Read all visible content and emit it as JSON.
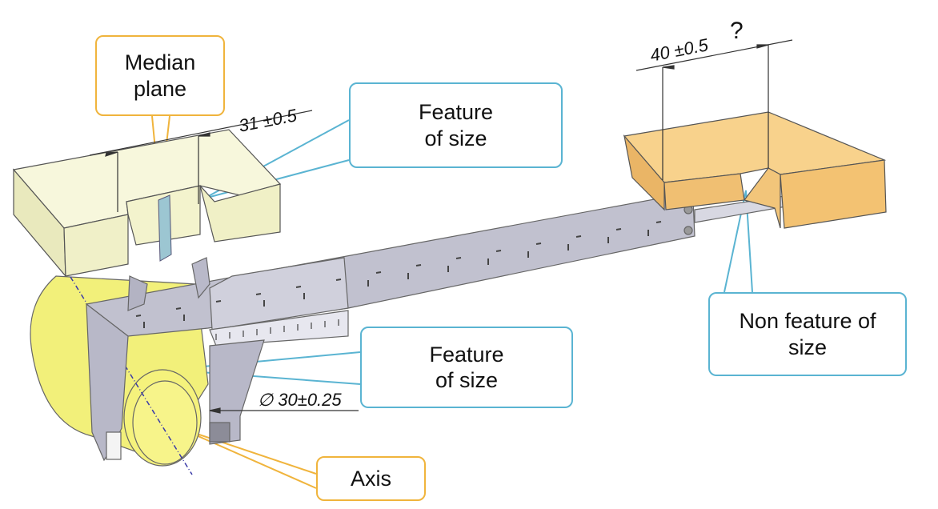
{
  "callouts": {
    "median_plane": "Median plane",
    "feature_of_size_top": "Feature of size",
    "feature_of_size_bottom": "Feature of size",
    "non_feature_of_size": "Non feature of size",
    "axis": "Axis"
  },
  "dimensions": {
    "slot_width": "31 ±0.5",
    "step_width": "40 ±0.5",
    "step_question": "?",
    "diameter": "∅ 30±0.25"
  },
  "colors": {
    "orange_callout": "#f0b43c",
    "blue_callout": "#5ab4d2",
    "left_block": "#f3f3cf",
    "right_block": "#f4c476",
    "cylinder": "#f2f07a",
    "caliper": "#bdbdcc"
  }
}
